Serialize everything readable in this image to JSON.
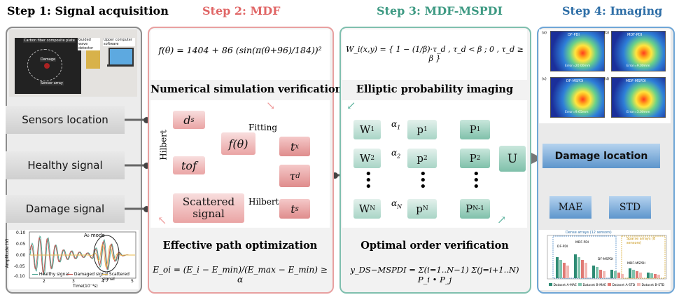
{
  "steps": {
    "step1": {
      "title": "Step 1: Signal acquisition",
      "color": "#111111"
    },
    "step2": {
      "title": "Step 2: MDF",
      "color": "#e06666"
    },
    "step3": {
      "title": "Step 3: MDF-MSPDI",
      "color": "#3e9a83"
    },
    "step4": {
      "title": "Step 4: Imaging",
      "color": "#2f6fa7"
    }
  },
  "step1": {
    "photo_labels": [
      "Carbon fiber composite plate",
      "Damage",
      "Sensor array",
      "Guided wave detector",
      "Upper computer software"
    ],
    "inputs": [
      "Sensors location",
      "Healthy signal",
      "Damage signal"
    ],
    "signal_plot": {
      "ylabel": "Amplitude (V)",
      "xlabel": "Time(10⁻⁴s)",
      "yticks": [
        "0.10",
        "0.05",
        "0.00",
        "-0.05",
        "-0.10"
      ],
      "xticks": [
        "2",
        "3",
        "4",
        "5"
      ],
      "mode_label": "A₀ mode",
      "legend": [
        "Healthy signal",
        "Damaged signal",
        "Scattered signal"
      ],
      "colors": {
        "healthy": "#3f9f8b",
        "damaged": "#c0504d",
        "scattered": "#e9b84a"
      }
    }
  },
  "step2": {
    "formula_top": "f(θ) = 1404 + 86 (sin(π(θ+96)/184))²",
    "heading_top": "Numerical simulation verification",
    "nodes": {
      "ds": "d",
      "ds_sub": "s",
      "tof": "tof",
      "f": "f(θ)",
      "tx": "t",
      "tx_sub": "x",
      "taud": "τ",
      "taud_sub": "d",
      "ts": "t",
      "ts_sub": "s",
      "scattered": "Scattered signal"
    },
    "labels": {
      "hilbert_left": "Hilbert",
      "fitting": "Fitting",
      "hilbert_mid": "Hilbert"
    },
    "heading_bottom": "Effective path optimization",
    "formula_bottom": "E_oi = (E_i − E_min)/(E_max − E_min) ≥ α"
  },
  "step3": {
    "formula_top": "W_i(x,y) = { 1 − (1/β)·τ_d , τ_d < β ; 0 , τ_d ≥ β }",
    "heading_top": "Elliptic probability imaging",
    "W": [
      "W",
      "W",
      "W"
    ],
    "W_subs": [
      "1",
      "2",
      "N"
    ],
    "p": [
      "p",
      "p",
      "p"
    ],
    "p_subs": [
      "1",
      "2",
      "N"
    ],
    "P": [
      "P",
      "P",
      "P"
    ],
    "P_subs": [
      "1",
      "2",
      "N-1"
    ],
    "alpha": [
      "α",
      "α",
      "α"
    ],
    "alpha_subs": [
      "1",
      "2",
      "N"
    ],
    "union": "U",
    "heading_bottom": "Optimal order verification",
    "formula_bottom": "y_DS−MSPDI = Σ(i=1..N−1) Σ(j=i+1..N) P_i • P_j"
  },
  "step4": {
    "heatmaps": [
      {
        "tag": "(a)",
        "title": "DF-PDI",
        "err": "Error=20.00mm"
      },
      {
        "tag": "(b)",
        "title": "MDF-PDI",
        "err": "Error=9.00mm"
      },
      {
        "tag": "(c)",
        "title": "DF-MSPDI",
        "err": "Error=9.65mm"
      },
      {
        "tag": "(d)",
        "title": "MDF-MSPDI",
        "err": "Error=3.00mm"
      }
    ],
    "damage_location": "Damage location",
    "mae": "MAE",
    "std": "STD",
    "bar_chart": {
      "header_dense": "Dense arrays (12 sensors)",
      "header_sparse": "Sparse arrays (8 sensors)",
      "series_labels": [
        "DF-PDI",
        "MDF-PDI",
        "DF-MSPDI",
        "MDF-MSPDI"
      ],
      "legend": [
        "Dataset A-MAE",
        "Dataset B-MAE",
        "Dataset A-STD",
        "Dataset B-STD"
      ],
      "colors": [
        "#2e8b74",
        "#7fc3ad",
        "#e07a74",
        "#f2b8b3"
      ]
    }
  }
}
